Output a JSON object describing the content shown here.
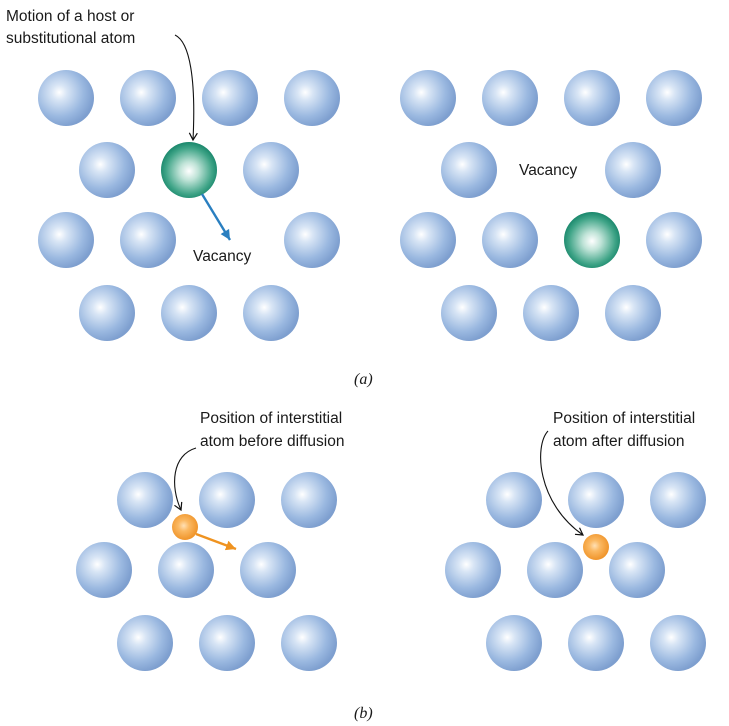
{
  "colors": {
    "host_atom": "#8eb0dc",
    "host_atom_highlight": "#ffffff",
    "substitutional_atom": "#0f7f64",
    "interstitial_atom": "#f29a2e",
    "blue_arrow": "#2a7fc0",
    "orange_arrow": "#ef9320",
    "pointer": "#111111",
    "text": "#1a1a1a"
  },
  "icons": {
    "host_atom": "blue-sphere-icon",
    "substitutional_atom": "teal-sphere-icon",
    "interstitial_atom": "orange-sphere-icon"
  },
  "panel_a": {
    "pointer_label_line1": "Motion of a host or",
    "pointer_label_line2": "substitutional atom",
    "before_vacancy_label": "Vacancy",
    "after_vacancy_label": "Vacancy",
    "caption": "(a)"
  },
  "panel_b": {
    "before_label_line1": "Position of interstitial",
    "before_label_line2": "atom before diffusion",
    "after_label_line1": "Position of interstitial",
    "after_label_line2": "atom after diffusion",
    "caption": "(b)"
  }
}
